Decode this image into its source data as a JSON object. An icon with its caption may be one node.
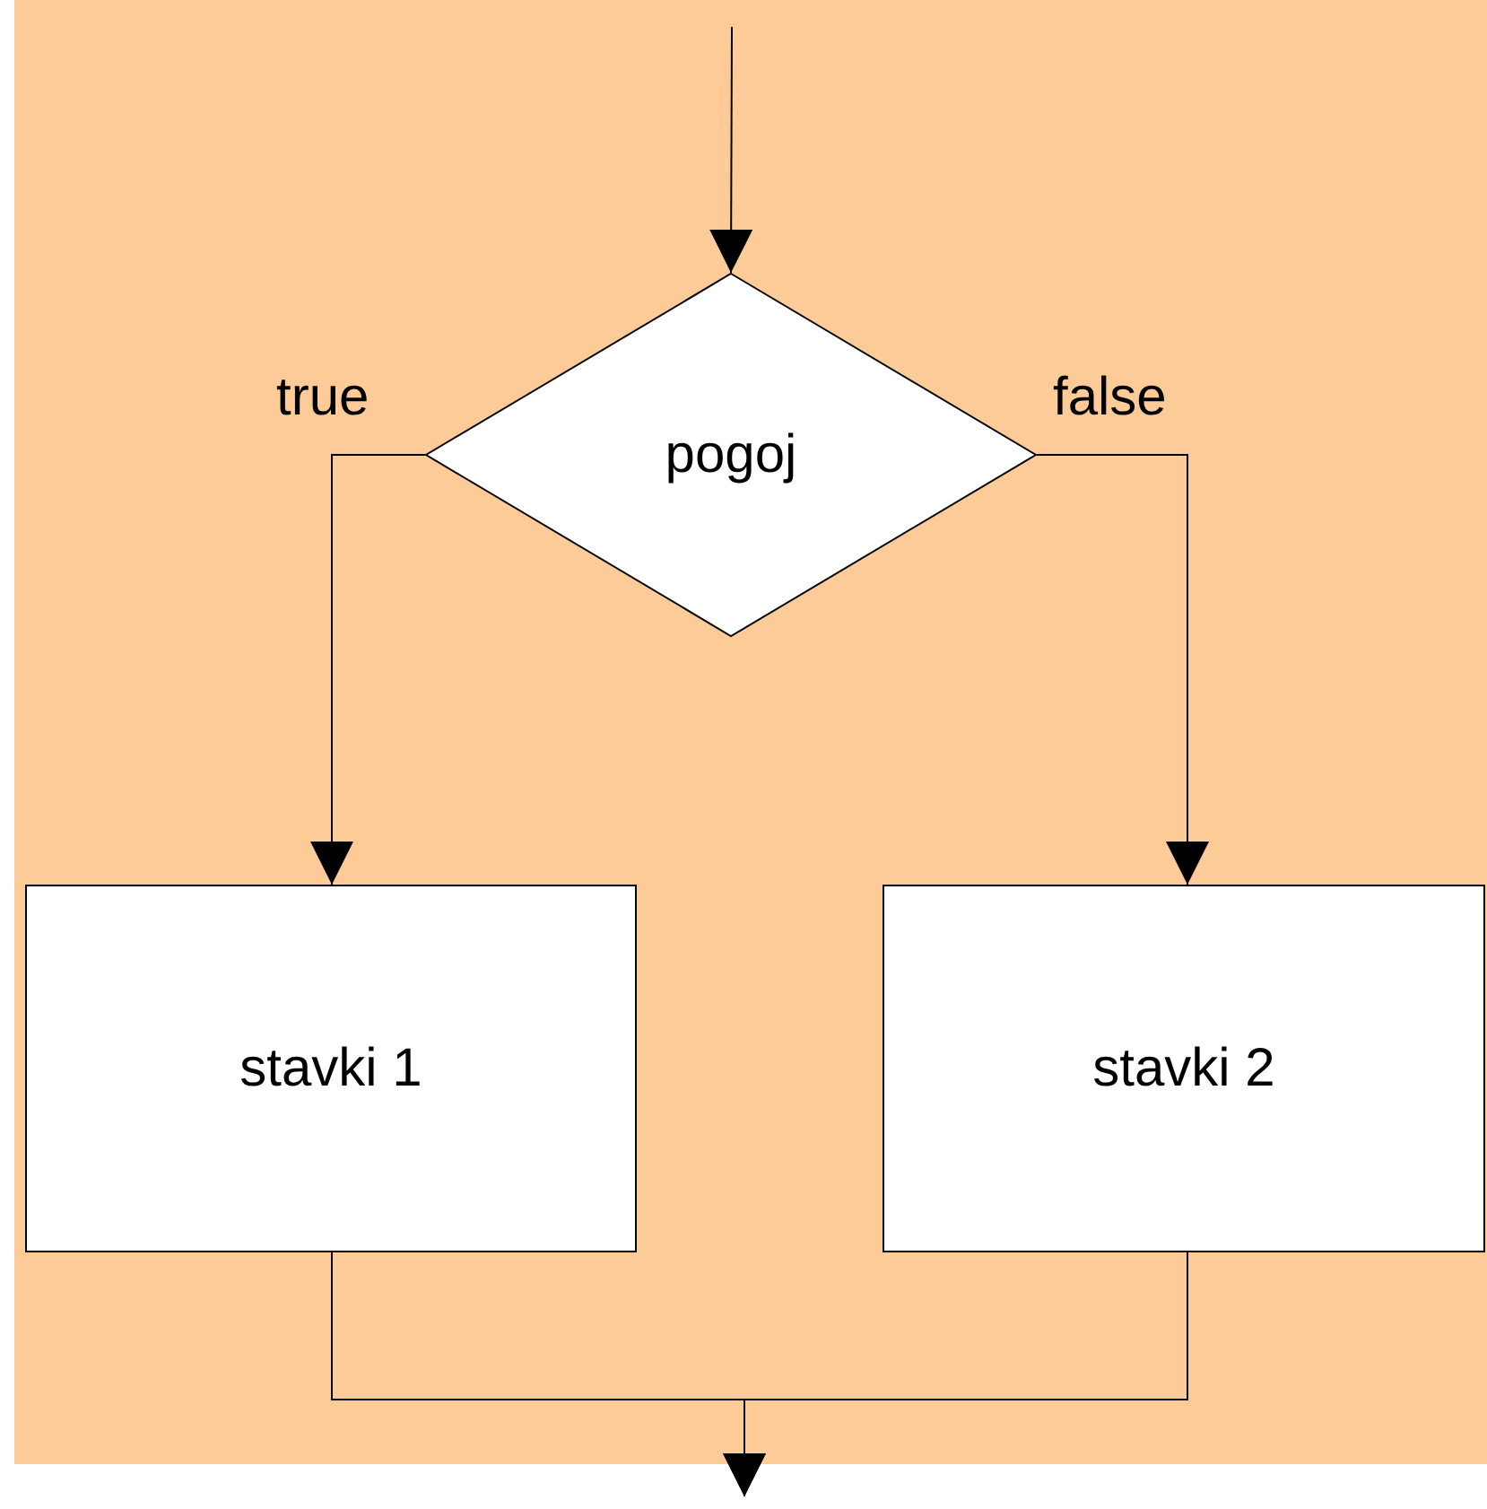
{
  "diagram": {
    "nodes": [
      {
        "text": [
          "pogoj"
        ]
      },
      {
        "text": [
          "stavki 1"
        ]
      },
      {
        "text": [
          "stavki 2"
        ]
      }
    ],
    "edges": [
      {
        "from": null,
        "to": 0,
        "arrow": "to"
      },
      {
        "from": 0,
        "to": 1,
        "label": "true",
        "arrow": "to"
      },
      {
        "from": 0,
        "to": 2,
        "label": "false",
        "arrow": "to"
      },
      {
        "from": 1,
        "to": null,
        "arrow": "to"
      },
      {
        "from": 2,
        "to": null,
        "arrow": "to"
      }
    ]
  }
}
